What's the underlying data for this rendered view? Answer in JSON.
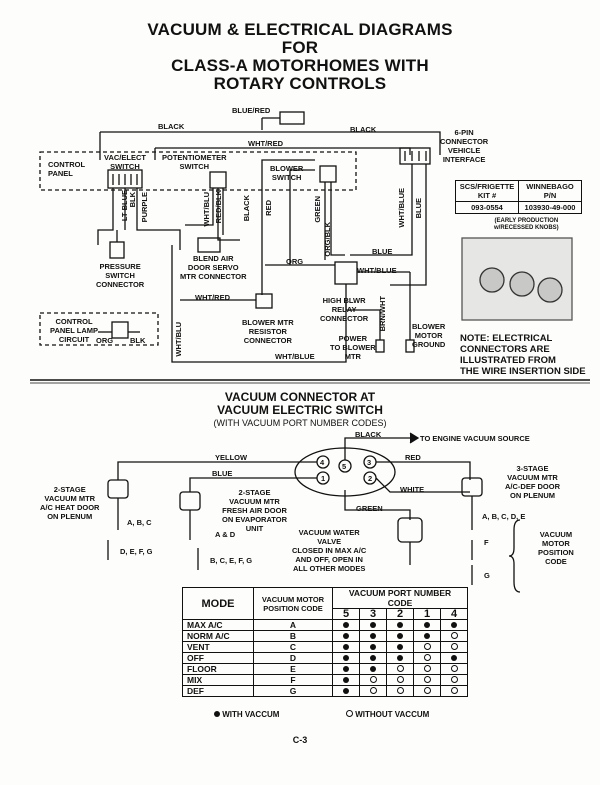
{
  "title_lines": [
    "VACUUM & ELECTRICAL DIAGRAMS",
    "FOR",
    "CLASS-A MOTORHOMES WITH",
    "ROTARY CONTROLS"
  ],
  "electrical": {
    "wires": {
      "blue_red": "BLUE/RED",
      "black_left": "BLACK",
      "black_right": "BLACK",
      "wht_red_top": "WHT/RED",
      "lt_blue": "LT BLUE",
      "blk": "BLK",
      "purple": "PURPLE",
      "wht_blu": "WHT/BLU",
      "red_blk": "RED/BLK",
      "black_mid": "BLACK",
      "red": "RED",
      "green": "GREEN",
      "org_blk": "ORG/BLK",
      "wht_blue_right": "WHT/BLUE",
      "blue_right": "BLUE",
      "blue_mid": "BLUE",
      "org": "ORG",
      "wht_blue_relay": "WHT/BLUE",
      "wht_red_bottom": "WHT/RED",
      "wht_blu_left": "WHT/BLU",
      "brn_wht": "BRN/WHT",
      "wht_blue_bottom": "WHT/BLUE",
      "org_lamp": "ORG",
      "blk_lamp": "BLK"
    },
    "components": {
      "connector_6pin": [
        "6-PIN",
        "CONNECTOR",
        "VEHICLE",
        "INTERFACE"
      ],
      "control_panel": [
        "CONTROL",
        "PANEL"
      ],
      "vac_elect_switch": [
        "VAC/ELECT",
        "SWITCH"
      ],
      "potentiometer_switch": [
        "POTENTIOMETER",
        "SWITCH"
      ],
      "blower_switch": [
        "BLOWER",
        "SWITCH"
      ],
      "pressure_switch": [
        "PRESSURE",
        "SWITCH",
        "CONNECTOR"
      ],
      "blend_air": [
        "BLEND AIR",
        "DOOR SERVO",
        "MTR CONNECTOR"
      ],
      "control_panel_lamp": [
        "CONTROL",
        "PANEL LAMP",
        "CIRCUIT"
      ],
      "blower_mtr_resistor": [
        "BLOWER MTR",
        "RESISTOR",
        "CONNECTOR"
      ],
      "high_blwr_relay": [
        "HIGH BLWR",
        "RELAY",
        "CONNECTOR"
      ],
      "power_to_blower": [
        "POWER",
        "TO BLOWER",
        "MTR"
      ],
      "blower_motor_ground": [
        "BLOWER",
        "MOTOR",
        "GROUND"
      ]
    },
    "kit_table": {
      "headers": [
        "SCS/FRIGETTE KIT #",
        "WINNEBAGO P/N"
      ],
      "row": [
        "093-0554",
        "103930-49-000"
      ],
      "footnote": [
        "(EARLY PRODUCTION",
        "w/RECESSED KNOBS)"
      ]
    },
    "note": [
      "NOTE: ELECTRICAL",
      "CONNECTORS ARE",
      "ILLUSTRATED FROM",
      "THE WIRE INSERTION SIDE"
    ]
  },
  "vacuum": {
    "title": [
      "VACUUM CONNECTOR AT",
      "VACUUM ELECTRIC SWITCH"
    ],
    "subtitle": "(WITH VACUUM PORT NUMBER CODES)",
    "lines": {
      "black": "BLACK",
      "to_engine": "TO ENGINE VACUUM SOURCE",
      "yellow": "YELLOW",
      "red": "RED",
      "blue": "BLUE",
      "white": "WHITE",
      "green": "GREEN"
    },
    "ports": [
      "4",
      "5",
      "3",
      "1",
      "2"
    ],
    "mtr_left": [
      "2-STAGE",
      "VACUUM MTR",
      "A/C HEAT DOOR",
      "ON PLENUM"
    ],
    "mtr_mid": [
      "2-STAGE",
      "VACUUM MTR",
      "FRESH AIR DOOR",
      "ON EVAPORATOR",
      "UNIT"
    ],
    "mtr_right": [
      "3-STAGE",
      "VACUUM MTR",
      "A/C-DEF DOOR",
      "ON PLENUM"
    ],
    "valve": [
      "VACUUM WATER",
      "VALVE",
      "CLOSED IN MAX A/C",
      "AND OFF, OPEN IN",
      "ALL OTHER MODES"
    ],
    "pos_left_a": "A, B, C",
    "pos_left_b": "D, E, F, G",
    "pos_mid_a": "A & D",
    "pos_mid_b": "B, C, E, F, G",
    "pos_right_a": "A, B, C, D, E",
    "pos_right_b": "F",
    "pos_right_c": "G",
    "position_code": [
      "VACUUM",
      "MOTOR",
      "POSITION",
      "CODE"
    ]
  },
  "mode_table": {
    "port_header": "VACUUM PORT NUMBER CODE",
    "mode_header": "MODE",
    "pos_header": [
      "VACUUM MOTOR",
      "POSITION CODE"
    ],
    "ports": [
      "5",
      "3",
      "2",
      "1",
      "4"
    ],
    "rows": [
      {
        "mode": "MAX A/C",
        "code": "A",
        "dots": [
          1,
          1,
          1,
          1,
          1
        ]
      },
      {
        "mode": "NORM A/C",
        "code": "B",
        "dots": [
          1,
          1,
          1,
          1,
          0
        ]
      },
      {
        "mode": "VENT",
        "code": "C",
        "dots": [
          1,
          1,
          1,
          0,
          0
        ]
      },
      {
        "mode": "OFF",
        "code": "D",
        "dots": [
          1,
          1,
          1,
          0,
          1
        ]
      },
      {
        "mode": "FLOOR",
        "code": "E",
        "dots": [
          1,
          1,
          0,
          0,
          0
        ]
      },
      {
        "mode": "MIX",
        "code": "F",
        "dots": [
          1,
          0,
          0,
          0,
          0
        ]
      },
      {
        "mode": "DEF",
        "code": "G",
        "dots": [
          1,
          0,
          0,
          0,
          0
        ]
      }
    ]
  },
  "legend": {
    "with": "WITH VACCUM",
    "without": "WITHOUT VACCUM"
  },
  "page_number": "C-3"
}
